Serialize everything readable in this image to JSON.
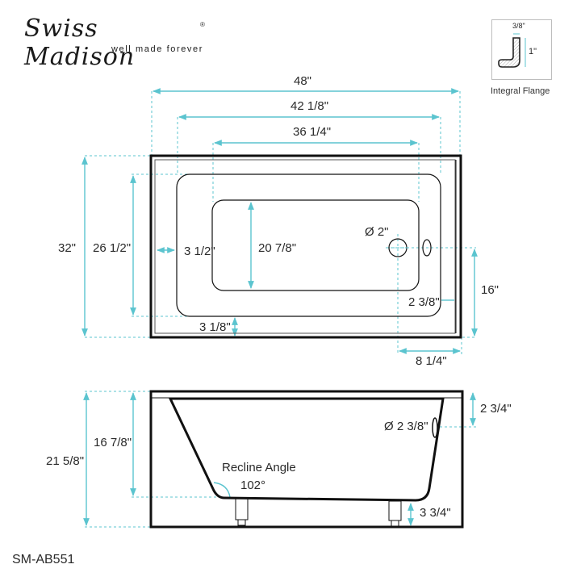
{
  "brand": {
    "name": "Swiss Madison",
    "registered": "®",
    "tagline": "well made forever"
  },
  "model_number": "SM-AB551",
  "colors": {
    "dimension_line": "#5bc4cf",
    "outline": "#111111",
    "text": "#2a2a2a"
  },
  "flange_detail": {
    "caption": "Integral Flange",
    "width_label": "3/8\"",
    "height_label": "1\""
  },
  "top_view": {
    "overall_length": "48\"",
    "rim_inner_length": "42 1/8\"",
    "bottom_length": "36 1/4\"",
    "overall_width": "32\"",
    "rim_inner_width": "26 1/2\"",
    "bottom_width": "20 7/8\"",
    "side_rim": "3 1/2\"",
    "front_rim": "3 1/8\"",
    "drain_diameter": "Ø 2\"",
    "drain_from_front": "16\"",
    "drain_from_end": "8 1/4\"",
    "end_rim": "2 3/8\""
  },
  "side_view": {
    "overall_height": "21 5/8\"",
    "interior_depth": "16 7/8\"",
    "overflow_diameter": "Ø 2 3/8\"",
    "overflow_from_top": "2 3/4\"",
    "recline_label": "Recline Angle",
    "recline_angle": "102°",
    "leg_height": "3 3/4\""
  }
}
